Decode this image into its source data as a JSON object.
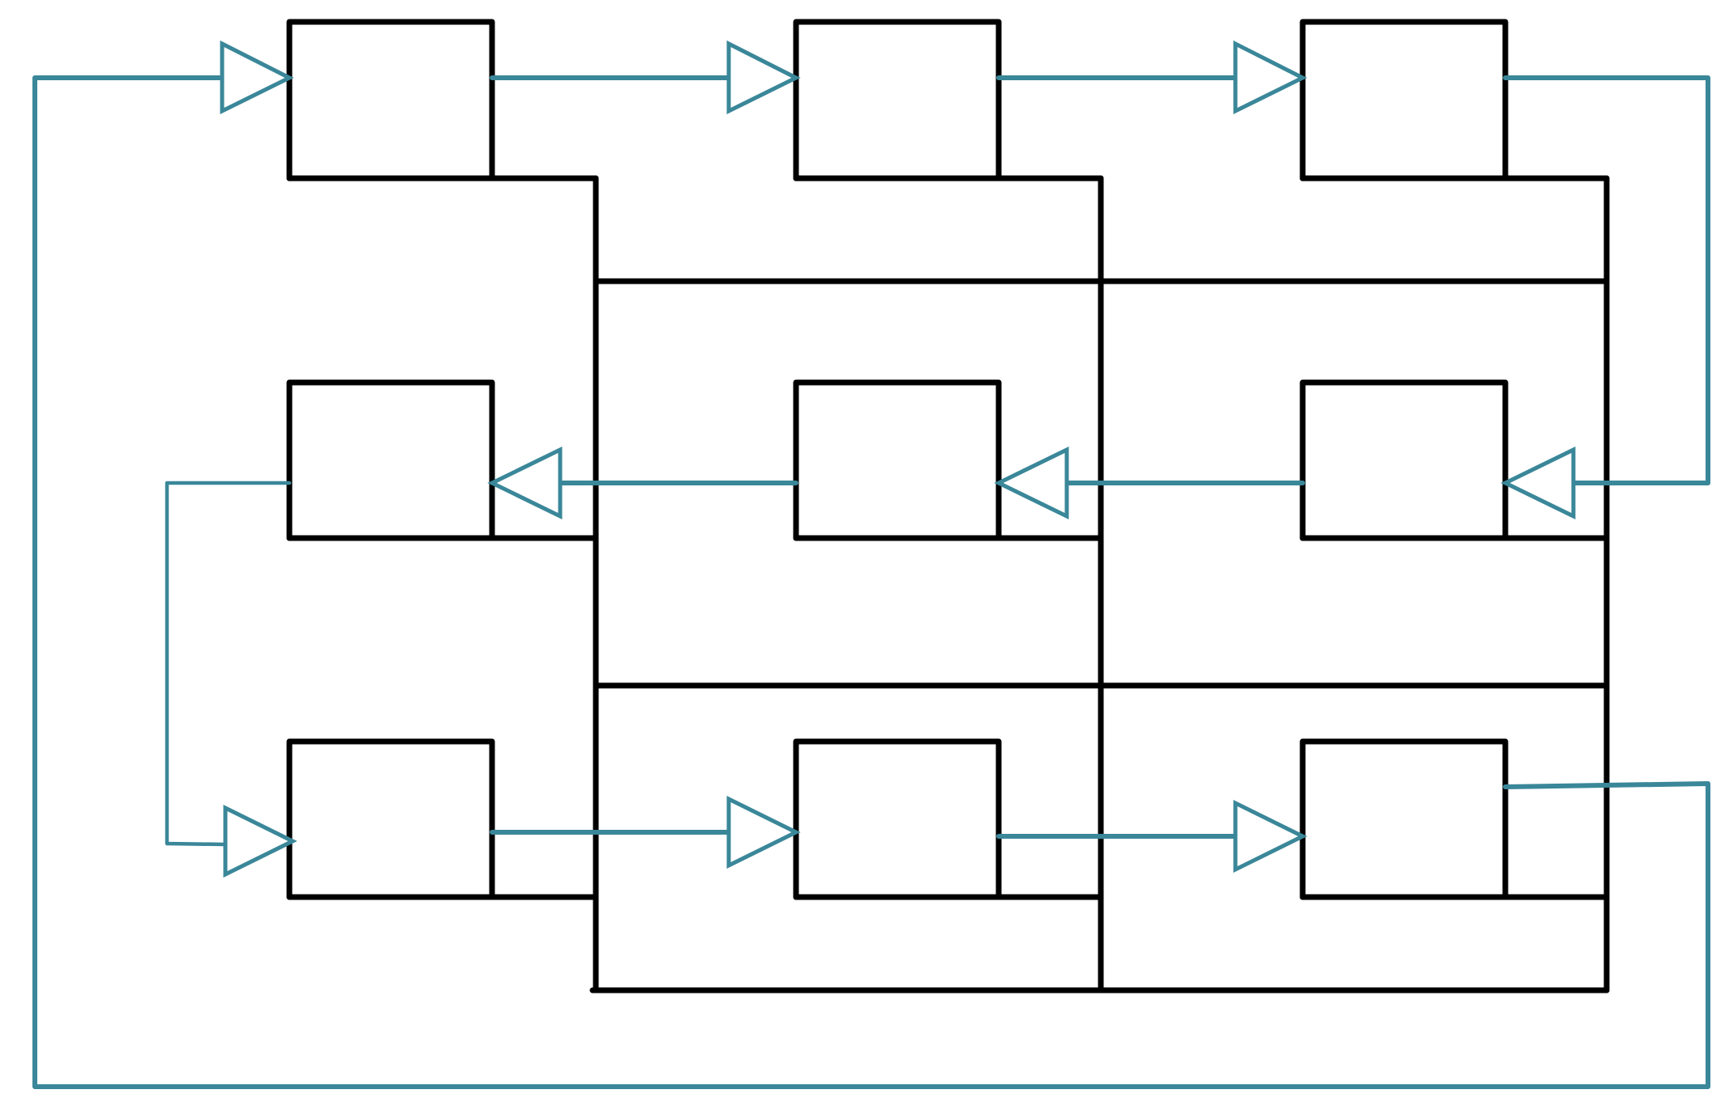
{
  "colors": {
    "background": "#ffffff",
    "structure": "#000000",
    "flow": "#3a8799"
  },
  "diagram": {
    "grid_rows": 3,
    "grid_columns": 3,
    "nodes": [
      {
        "id": "r1c1",
        "row": 1,
        "col": 1
      },
      {
        "id": "r1c2",
        "row": 1,
        "col": 2
      },
      {
        "id": "r1c3",
        "row": 1,
        "col": 3
      },
      {
        "id": "r2c1",
        "row": 2,
        "col": 1
      },
      {
        "id": "r2c2",
        "row": 2,
        "col": 2
      },
      {
        "id": "r2c3",
        "row": 2,
        "col": 3
      },
      {
        "id": "r3c1",
        "row": 3,
        "col": 1
      },
      {
        "id": "r3c2",
        "row": 3,
        "col": 2
      },
      {
        "id": "r3c3",
        "row": 3,
        "col": 3
      }
    ],
    "flow_sequence": [
      "r1c1",
      "r1c2",
      "r1c3",
      "r2c3",
      "r2c2",
      "r2c1",
      "r3c1",
      "r3c2",
      "r3c3",
      "r1c1"
    ],
    "arrow_style": "open-triangle"
  }
}
